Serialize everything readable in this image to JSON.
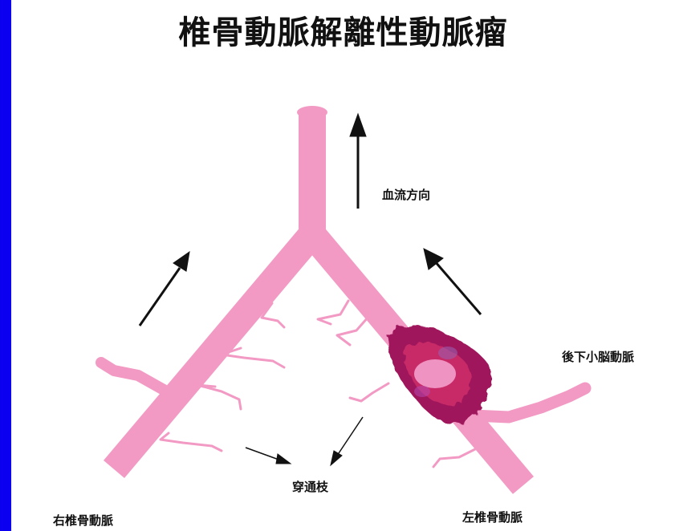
{
  "title": "椎骨動脈解離性動脈瘤",
  "labels": {
    "blood_flow_direction": "血流方向",
    "posterior_inferior_cerebellar_artery": "後下小脳動脈",
    "perforating_branches": "穿通枝",
    "right_vertebral_artery": "右椎骨動脈",
    "left_vertebral_artery": "左椎骨動脈"
  },
  "colors": {
    "frame_border": "#0b00f0",
    "artery": "#f29ac4",
    "aneurysm": "#a0155c",
    "aneurysm_highlight": "#f4a6d2",
    "arrow": "#111111"
  }
}
